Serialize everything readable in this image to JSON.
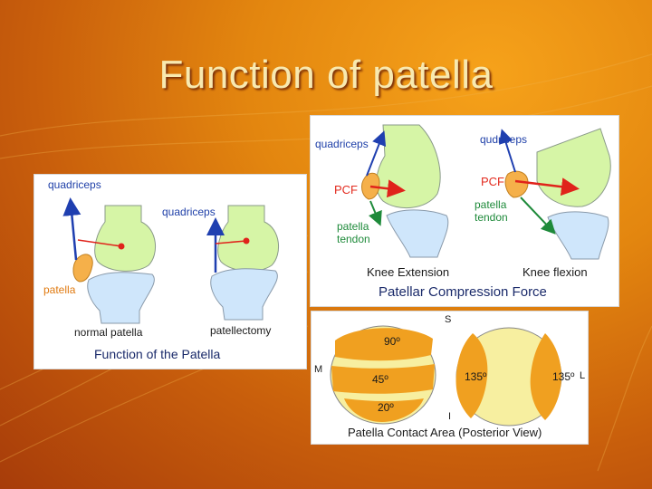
{
  "slide": {
    "title": "Function of patella"
  },
  "panel_function": {
    "caption": "Function of the Patella",
    "label_quadriceps_left": "quadriceps",
    "label_quadriceps_right": "quadriceps",
    "label_patella": "patella",
    "label_normal": "normal patella",
    "label_patellectomy": "patellectomy"
  },
  "panel_compression": {
    "caption": "Patellar Compression Force",
    "label_quadriceps_left": "quadriceps",
    "label_quadriceps_right": "qudriceps",
    "label_pcf_left": "PCF",
    "label_pcf_right": "PCF",
    "label_tendon_left_1": "patella",
    "label_tendon_left_2": "tendon",
    "label_tendon_right_1": "patella",
    "label_tendon_right_2": "tendon",
    "label_extension": "Knee Extension",
    "label_flexion": "Knee flexion"
  },
  "panel_contact": {
    "caption": "Patella Contact Area (Posterior View)",
    "label_s": "S",
    "label_i": "I",
    "label_m": "M",
    "label_l": "L",
    "label_90": "90º",
    "label_45": "45º",
    "label_20": "20º",
    "label_135_left": "135º",
    "label_135_right": "135º"
  },
  "colors": {
    "bone_green": "#d6f5a6",
    "bone_blue": "#cfe6fb",
    "patella_orange": "#f5b04a",
    "contact_orange": "#f0a020",
    "contact_base": "#f7efa0",
    "arrow_blue": "#1f3fb0",
    "arrow_red": "#e0231b",
    "arrow_green": "#1e8a3a"
  }
}
